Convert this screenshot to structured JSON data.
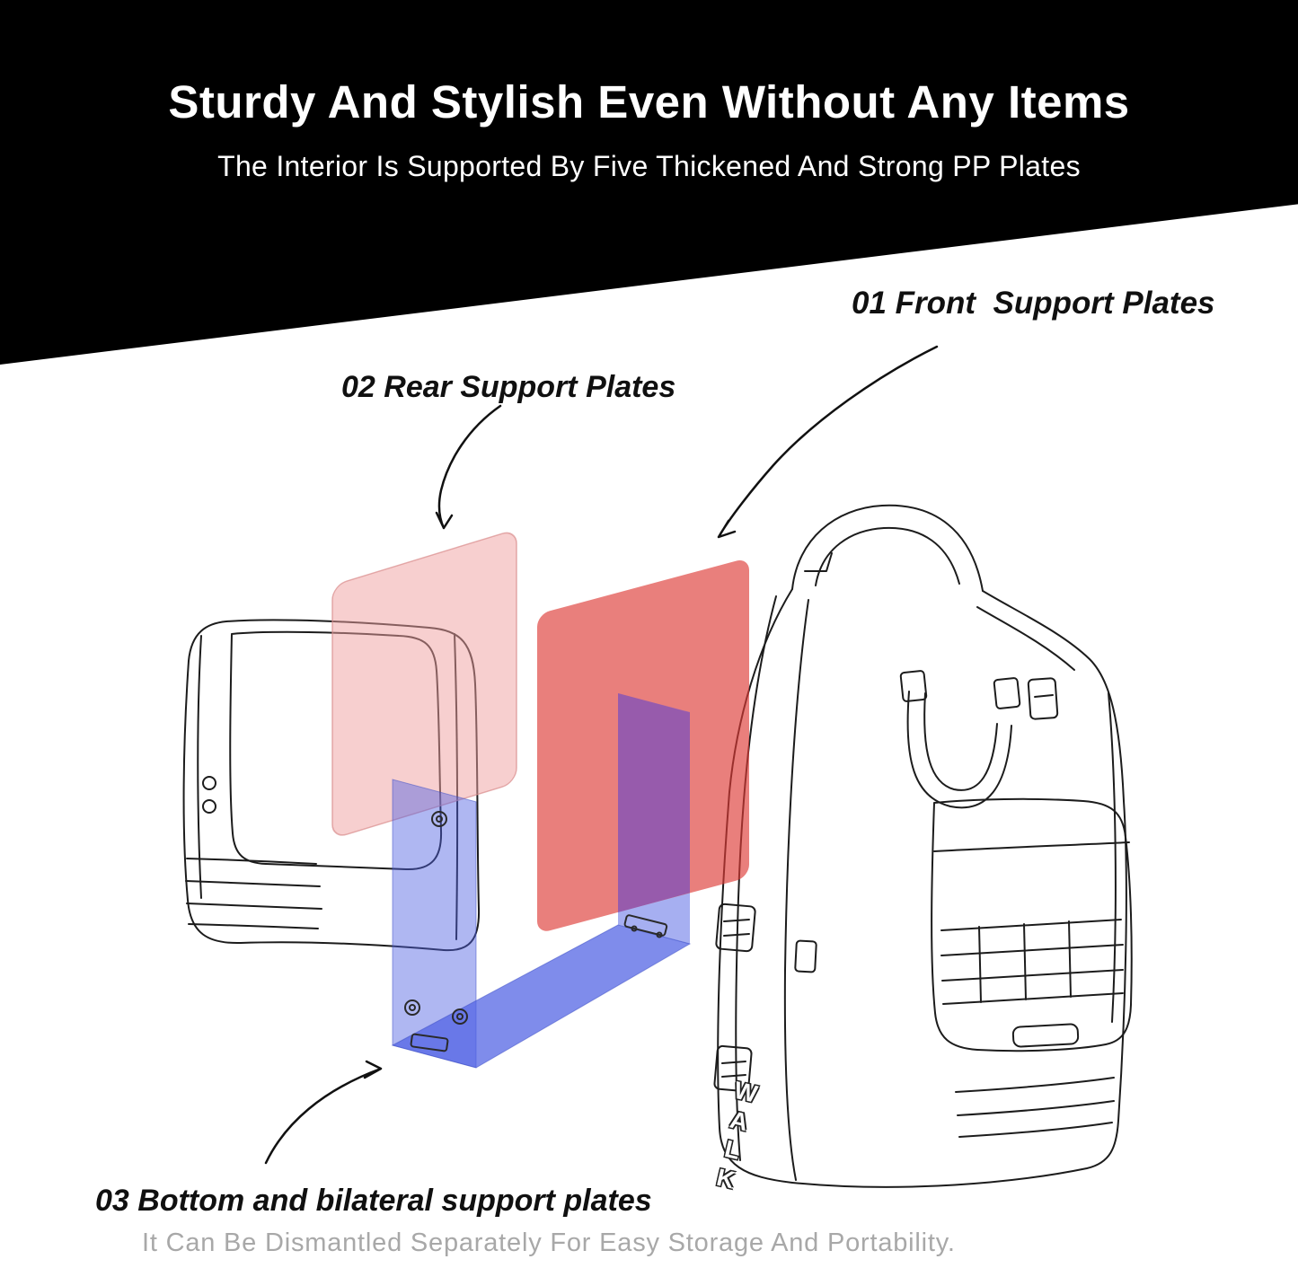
{
  "banner": {
    "title": "Sturdy And Stylish Even Without Any Items",
    "subtitle": "The Interior Is Supported By Five Thickened And Strong PP Plates"
  },
  "annotations": {
    "front_plate_label": "01 Front  Support Plates",
    "rear_plate_label": "02 Rear Support Plates",
    "bottom_plate_label": "03 Bottom and bilateral support plates"
  },
  "caption": "It Can Be Dismantled Separately For Easy Storage And Portability.",
  "sketch": {
    "bag_logo": "WALK"
  },
  "colors": {
    "banner_background": "#000000",
    "front_plate": "#dd3a35",
    "rear_plate": "#ef9f9f",
    "bottom_plate": "#4d5fe3",
    "plate_overlap": "#6d55d8",
    "caption_text": "#a8a8a8"
  }
}
